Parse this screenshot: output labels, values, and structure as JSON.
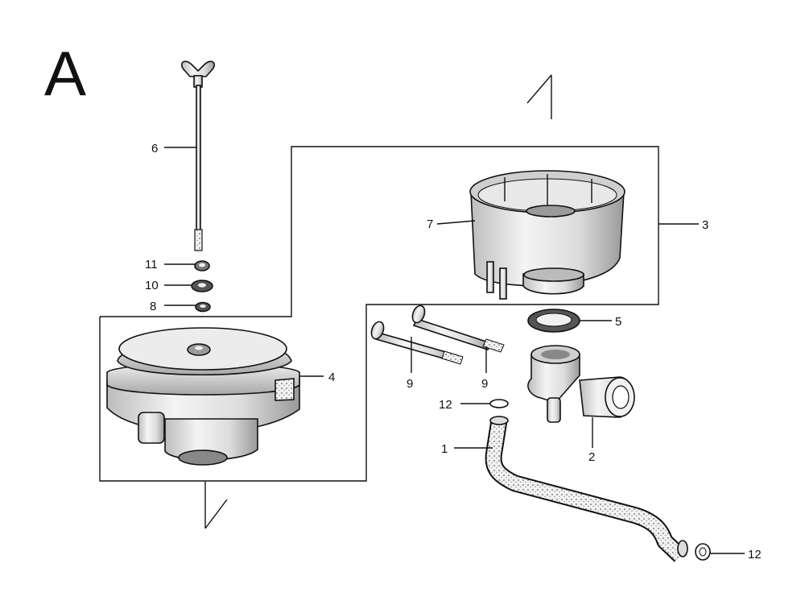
{
  "figure": {
    "section_letter": "A"
  },
  "parts": [
    {
      "key": "p1",
      "number": "1"
    },
    {
      "key": "p2",
      "number": "2"
    },
    {
      "key": "p3",
      "number": "3"
    },
    {
      "key": "p4",
      "number": "4"
    },
    {
      "key": "p5",
      "number": "5"
    },
    {
      "key": "p6",
      "number": "6"
    },
    {
      "key": "p7",
      "number": "7"
    },
    {
      "key": "p8",
      "number": "8"
    },
    {
      "key": "p9a",
      "number": "9"
    },
    {
      "key": "p9b",
      "number": "9"
    },
    {
      "key": "p10",
      "number": "10"
    },
    {
      "key": "p11",
      "number": "11"
    },
    {
      "key": "p12a",
      "number": "12"
    },
    {
      "key": "p12b",
      "number": "12"
    }
  ],
  "colors": {
    "ink": "#111111",
    "paper": "#ffffff",
    "shade": "#d9d9d9"
  }
}
